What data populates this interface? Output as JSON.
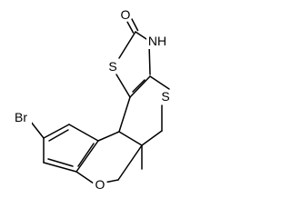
{
  "structure": {
    "atoms": {
      "oxygen_carbonyl": "O",
      "nh": "NH",
      "sulfur_thiazole": "S",
      "sulfur_thiopyran": "S",
      "bromine": "Br",
      "oxygen_ether": "O"
    },
    "substituents": {
      "methyl": "CH3"
    }
  },
  "colors": {
    "bond": "#000000",
    "label": "#000000",
    "background": "#ffffff"
  }
}
